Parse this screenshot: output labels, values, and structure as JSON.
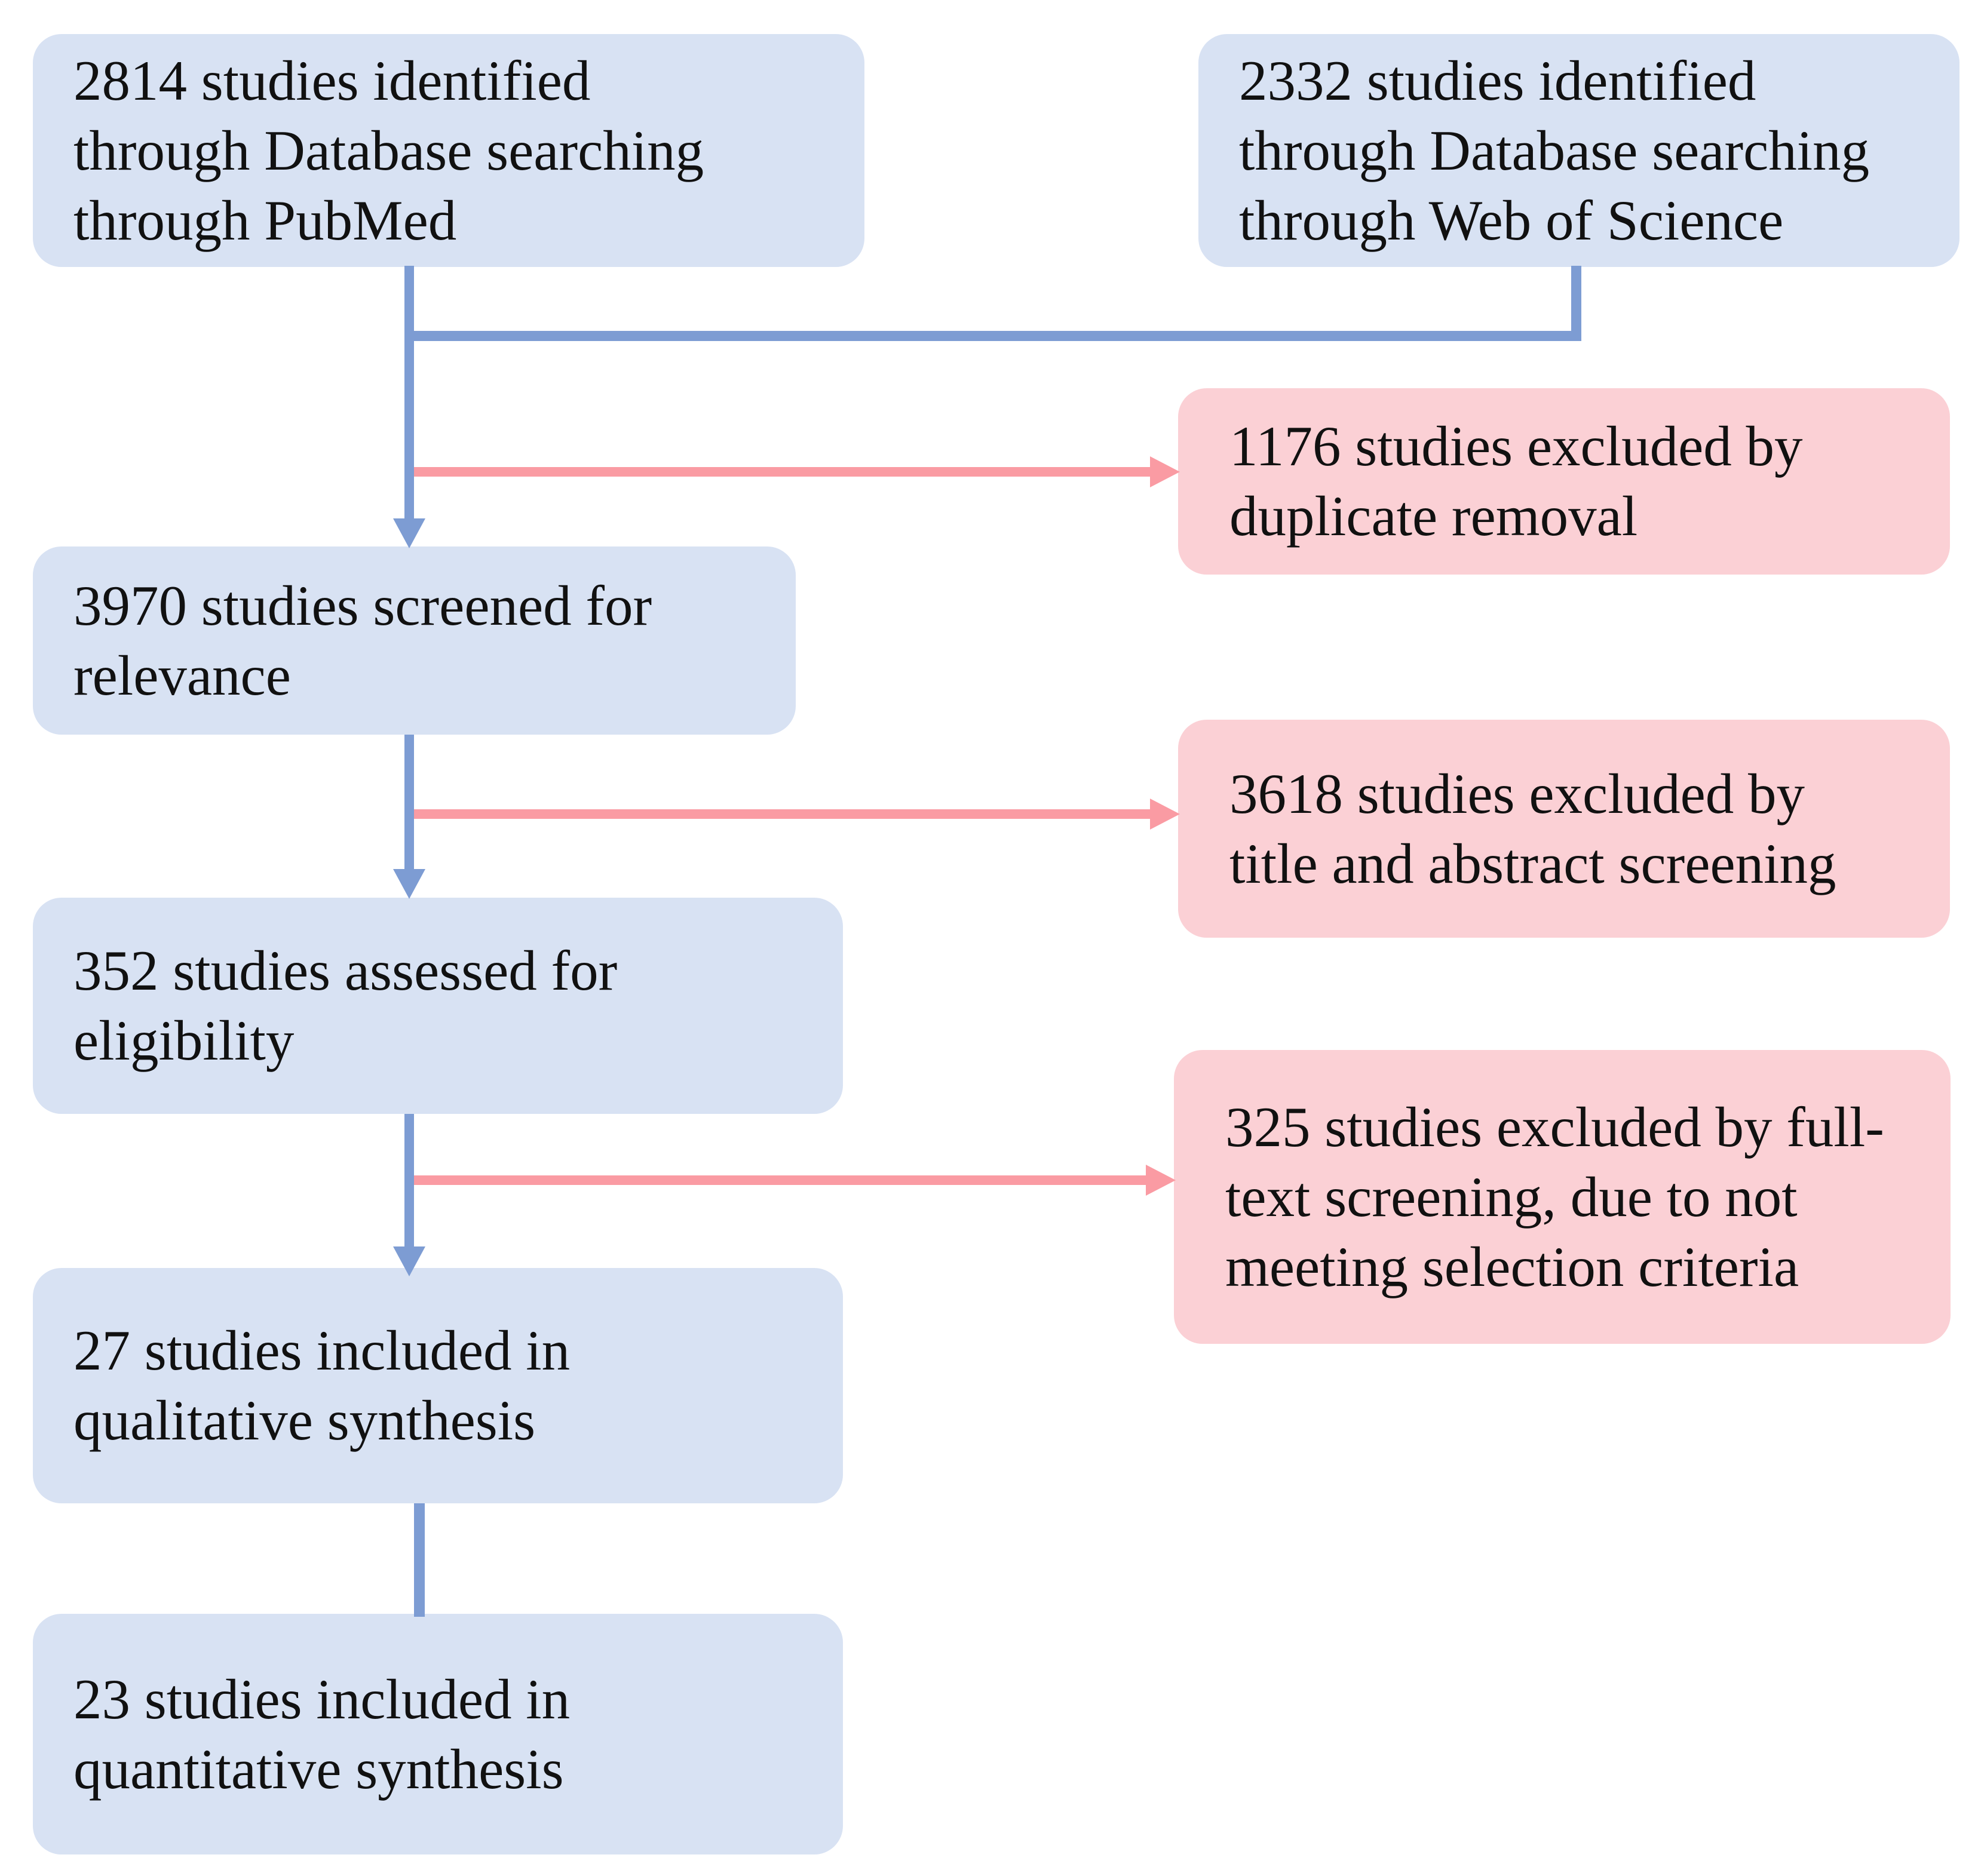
{
  "boxes": {
    "pubmed": {
      "count": 2814,
      "text": "2814 studies identified\nthrough Database searching\nthrough PubMed"
    },
    "web_of_science": {
      "count": 2332,
      "text": "2332 studies identified\nthrough Database searching\nthrough Web of Science"
    },
    "duplicates_excluded": {
      "count": 1176,
      "text": "1176 studies excluded by\nduplicate removal"
    },
    "screened": {
      "count": 3970,
      "text": "3970 studies screened for\nrelevance"
    },
    "title_abstract_excluded": {
      "count": 3618,
      "text": "3618 studies excluded by\ntitle and abstract screening"
    },
    "assessed": {
      "count": 352,
      "text": "352 studies assessed for\neligibility"
    },
    "fulltext_excluded": {
      "count": 325,
      "text": "325 studies excluded by full-\ntext screening, due to not\nmeeting selection criteria"
    },
    "qualitative_synthesis": {
      "count": 27,
      "text": "27 studies included in\nqualitative synthesis"
    },
    "quantitative_synthesis": {
      "count": 23,
      "text": "23 studies included in\nquantitative synthesis"
    }
  },
  "colors": {
    "box_blue_fill": "#d8e2f3",
    "box_pink_fill": "#fbd0d5",
    "connector_blue": "#7d9cd3",
    "connector_pink": "#fa9ba3",
    "text": "#111111",
    "background": "#ffffff"
  }
}
